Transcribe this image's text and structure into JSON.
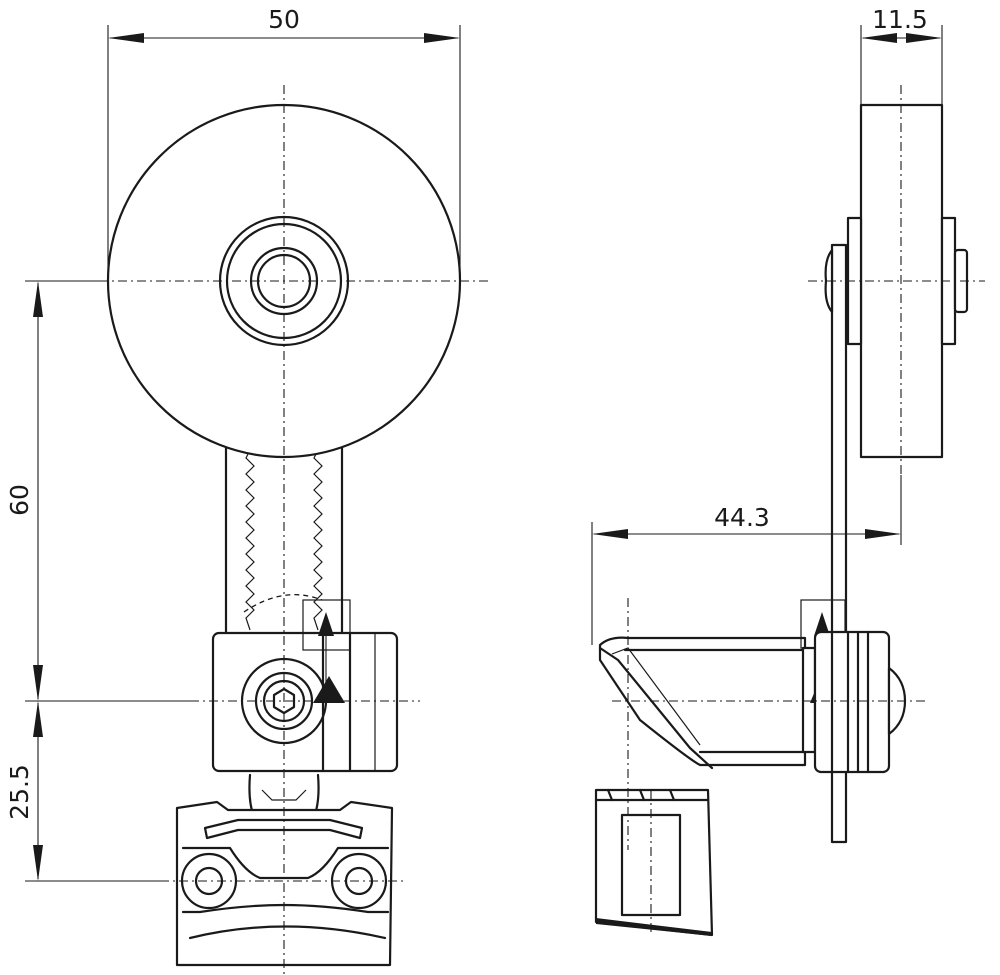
{
  "drawing": {
    "front_view": {
      "dimensions": {
        "roller_diameter": "50",
        "lever_length": "60",
        "mount_offset": "25.5"
      }
    },
    "side_view": {
      "dimensions": {
        "roller_width": "11.5",
        "lever_offset": "44.3"
      }
    }
  }
}
